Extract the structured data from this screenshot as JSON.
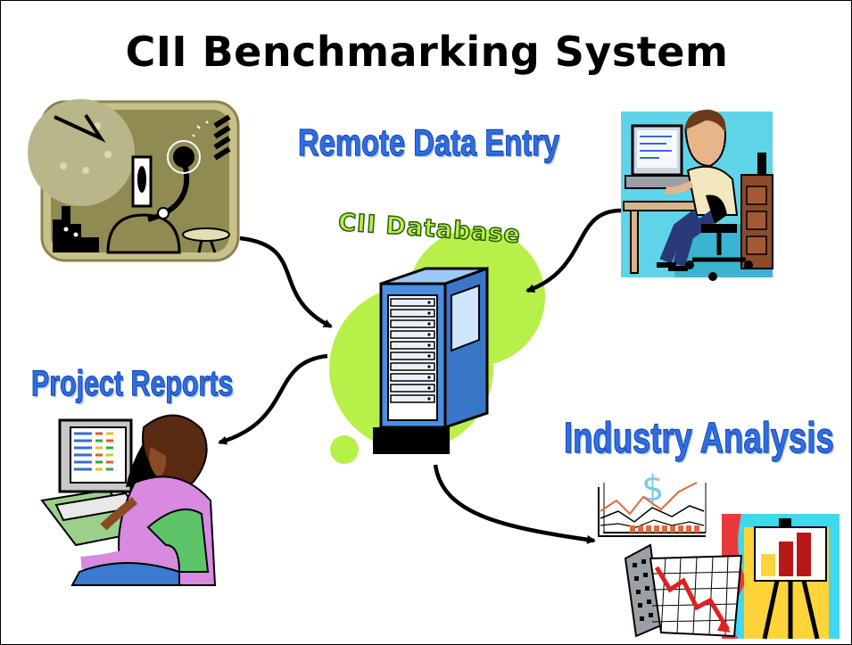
{
  "slide": {
    "title": "CII Benchmarking System",
    "labels": {
      "remote_data_entry": "Remote Data Entry",
      "cii_database": "CII Database",
      "project_reports": "Project Reports",
      "industry_analysis": "Industry Analysis"
    },
    "icons": {
      "top_left": "astronomy-observatory-clipart",
      "top_right": "man-at-computer-clipart",
      "center": "database-server-icon",
      "bottom_left": "woman-at-computer-clipart",
      "bottom_right": "charts-and-graphs-clipart"
    },
    "colors": {
      "label_blue": "#2f6fe6",
      "database_green": "#b8f04a",
      "server_blue": "#4a8fe0"
    }
  }
}
